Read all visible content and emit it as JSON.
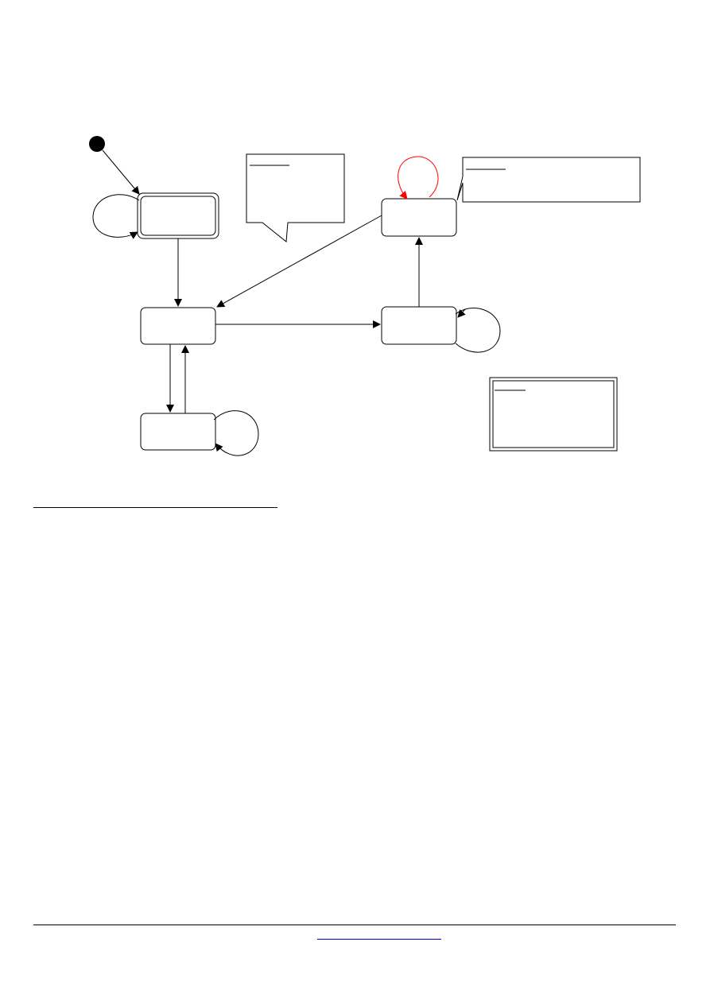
{
  "diagram": {
    "type": "state-machine",
    "states": [
      {
        "id": "state-initial-composite",
        "kind": "composite"
      },
      {
        "id": "state-center",
        "kind": "simple"
      },
      {
        "id": "state-bottom",
        "kind": "simple"
      },
      {
        "id": "state-right-middle",
        "kind": "simple"
      },
      {
        "id": "state-right-top",
        "kind": "simple"
      }
    ],
    "transitions": [
      {
        "from": "initial-pseudostate",
        "to": "state-initial-composite"
      },
      {
        "from": "state-initial-composite",
        "to": "state-initial-composite"
      },
      {
        "from": "state-initial-composite",
        "to": "state-center"
      },
      {
        "from": "state-center",
        "to": "state-bottom"
      },
      {
        "from": "state-bottom",
        "to": "state-center"
      },
      {
        "from": "state-bottom",
        "to": "state-bottom"
      },
      {
        "from": "state-center",
        "to": "state-right-middle"
      },
      {
        "from": "state-right-middle",
        "to": "state-right-middle"
      },
      {
        "from": "state-right-middle",
        "to": "state-right-top"
      },
      {
        "from": "state-right-top",
        "to": "state-right-top",
        "highlighted": true
      },
      {
        "from": "state-right-top",
        "to": "state-center"
      }
    ],
    "notes": [
      {
        "id": "callout-note-left",
        "kind": "speech-bubble"
      },
      {
        "id": "callout-note-right",
        "kind": "callout"
      },
      {
        "id": "legend-box",
        "kind": "double-border-box"
      }
    ],
    "colors": {
      "stroke": "#000000",
      "highlight": "#ff0000",
      "link": "#0000cc"
    }
  }
}
